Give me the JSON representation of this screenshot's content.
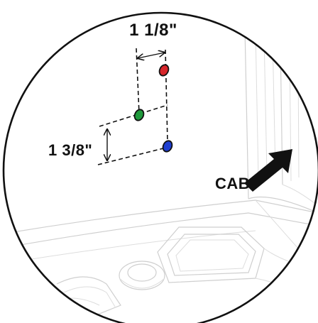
{
  "labels": {
    "horizontal_spacing": "1 1/8\"",
    "vertical_spacing": "1 3/8\"",
    "direction": "CAB"
  },
  "colors": {
    "outline": "#111111",
    "marker_red": "#d7262b",
    "marker_green": "#1f9a3c",
    "marker_blue": "#1f3fd1",
    "faint_lines": "#cfcfcf"
  }
}
